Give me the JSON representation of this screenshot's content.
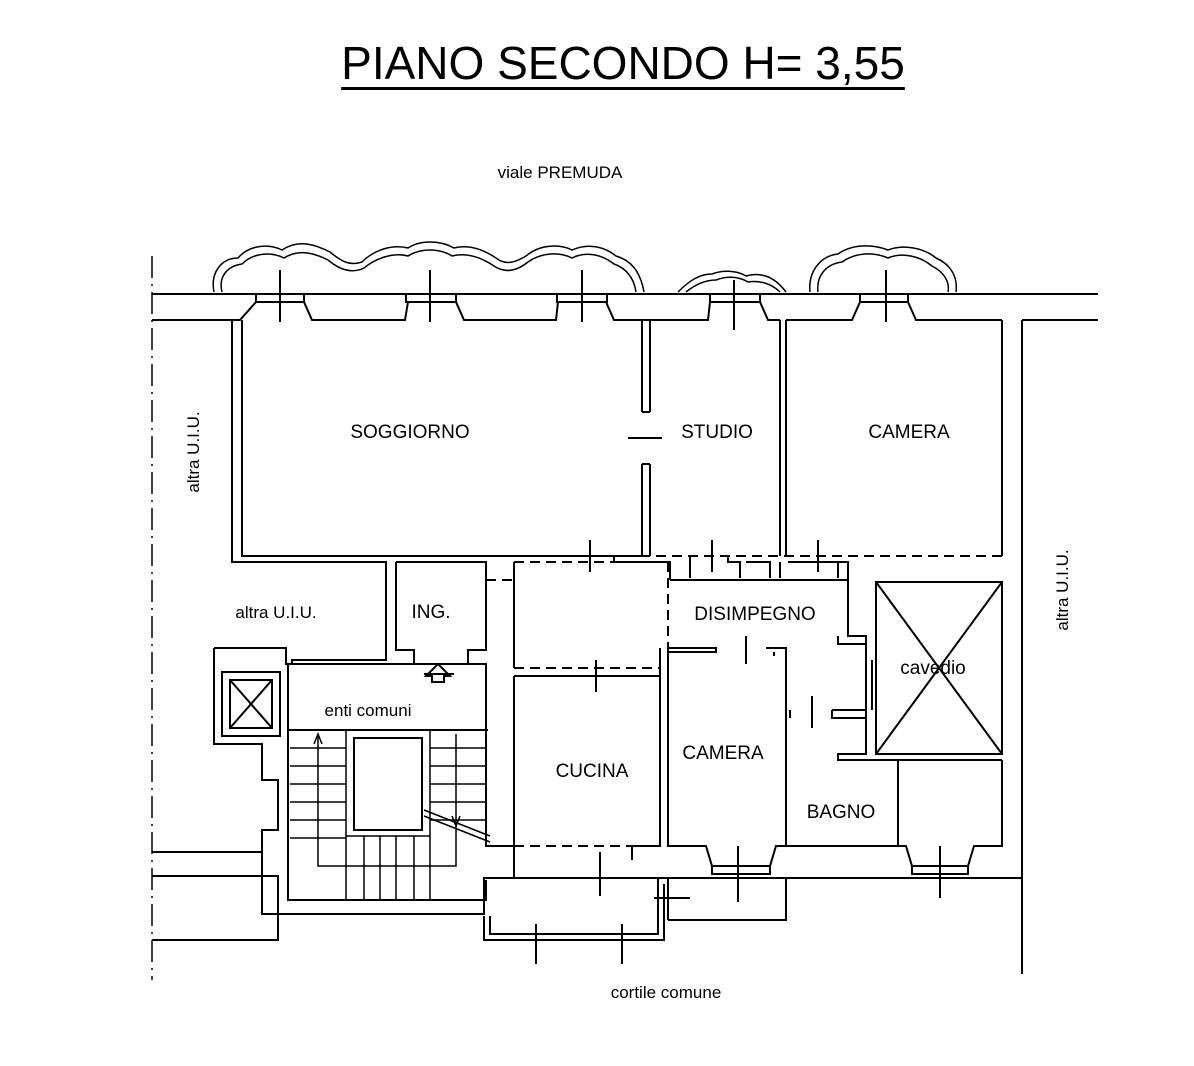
{
  "title": "PIANO SECONDO H= 3,55",
  "street_label": "viale PREMUDA",
  "courtyard_label": "cortile comune",
  "rooms": {
    "soggiorno": "SOGGIORNO",
    "studio": "STUDIO",
    "camera_1": "CAMERA",
    "disimpegno": "DISIMPEGNO",
    "ingresso": "ING.",
    "cucina": "CUCINA",
    "camera_2": "CAMERA",
    "bagno": "BAGNO",
    "cavedio": "cavedio",
    "enti_comuni": "enti comuni"
  },
  "neighbours": {
    "left_vertical": "altra U.I.U.",
    "left_horizontal": "altra U.I.U.",
    "right_vertical": "altra U.I.U."
  },
  "colors": {
    "line": "#000000",
    "background": "#ffffff"
  }
}
